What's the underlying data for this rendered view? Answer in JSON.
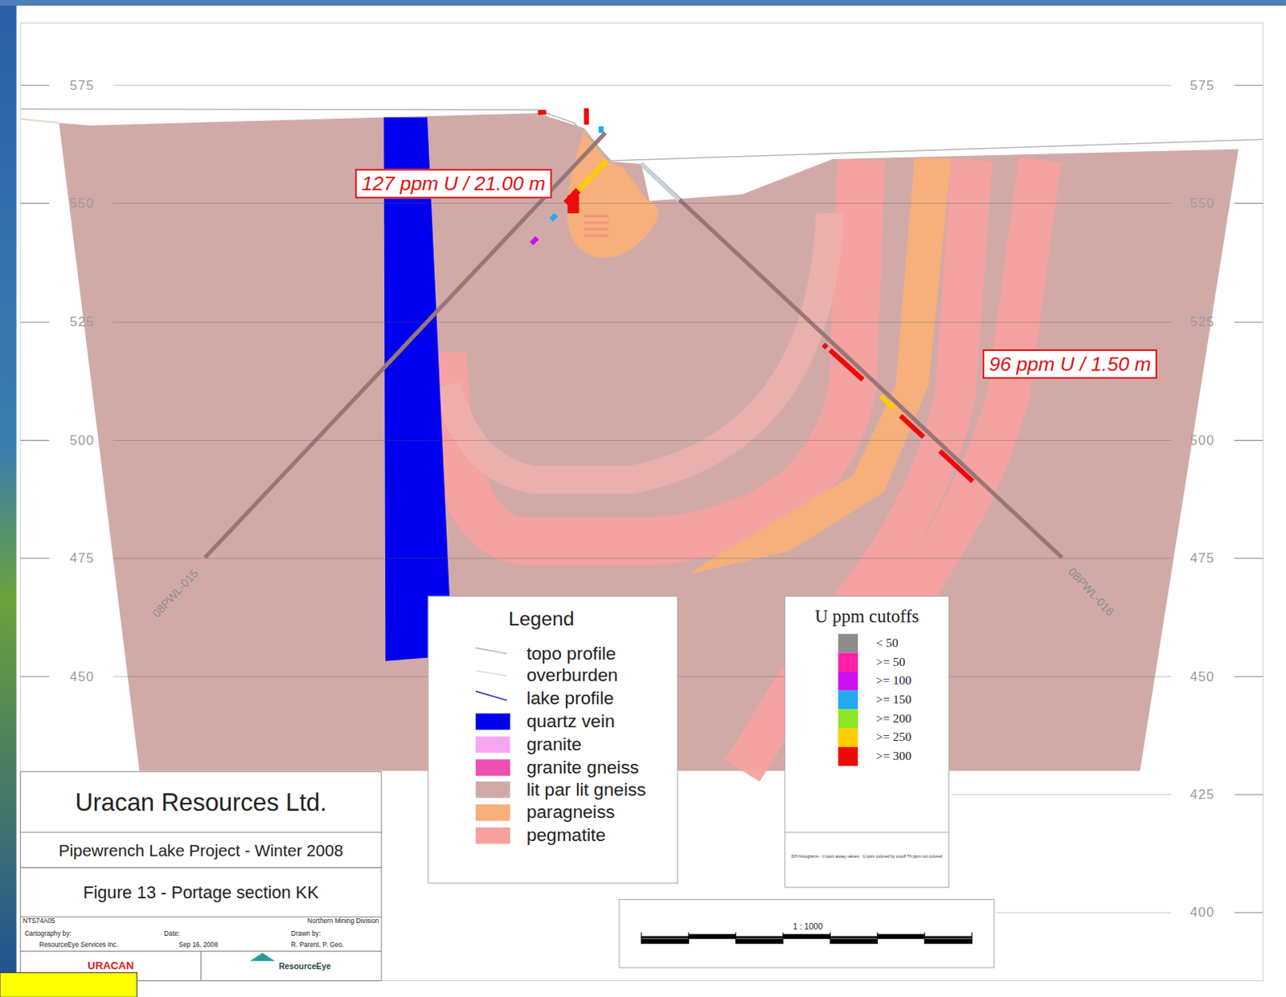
{
  "diagram": {
    "title": "Uracan Resources Ltd.",
    "nodes": [
      {
        "text": [
          "127 ppm U / 21.00 m"
        ]
      },
      {
        "text": [
          "96 ppm U / 1.50 m"
        ]
      }
    ],
    "labels": [
      "575",
      "550",
      "525",
      "500",
      "475",
      "450",
      "575",
      "550",
      "525",
      "500",
      "475",
      "450",
      "425",
      "400",
      "08PWL-015",
      "08PWL-016",
      "Legend",
      "U ppm cutoffs",
      "DH histograms - U ppm assay values - U ppm colored by cutoff Th ppm not colored",
      "Pipewrench Lake Project - Winter 2008",
      "Figure 13 - Portage section KK",
      "NTS74A05",
      "Northern Mining Division",
      "Cartography by:",
      "Date:",
      "Drawn by:",
      "ResourceEye Services Inc.",
      "Sep 16, 2008",
      "R. Parent, P. Geo.",
      "URACAN",
      "ResourceEye",
      "1 : 1000"
    ],
    "legend": [
      {
        "text": "topo profile"
      },
      {
        "text": "overburden"
      },
      {
        "text": "lake profile"
      },
      {
        "text": "quartz vein",
        "color": "#0000ee"
      },
      {
        "text": "granite",
        "color": "#f7a6f2"
      },
      {
        "text": "granite gneiss",
        "color": "#ef4fae"
      },
      {
        "text": "lit par lit gneiss",
        "color": "#d1aaa8"
      },
      {
        "text": "paragneiss",
        "color": "#f7b07b"
      },
      {
        "text": "pegmatite",
        "color": "#f7a1a1"
      },
      {
        "text": "< 50",
        "color": "#8c8c8c"
      },
      {
        "text": ">= 50",
        "color": "#ff1fa8"
      },
      {
        "text": ">= 100",
        "color": "#cc10ee"
      },
      {
        "text": ">= 150",
        "color": "#22aaee"
      },
      {
        "text": ">= 200",
        "color": "#8de622"
      },
      {
        "text": ">= 250",
        "color": "#ffcc00"
      },
      {
        "text": ">= 300",
        "color": "#ee0a0a"
      }
    ]
  }
}
